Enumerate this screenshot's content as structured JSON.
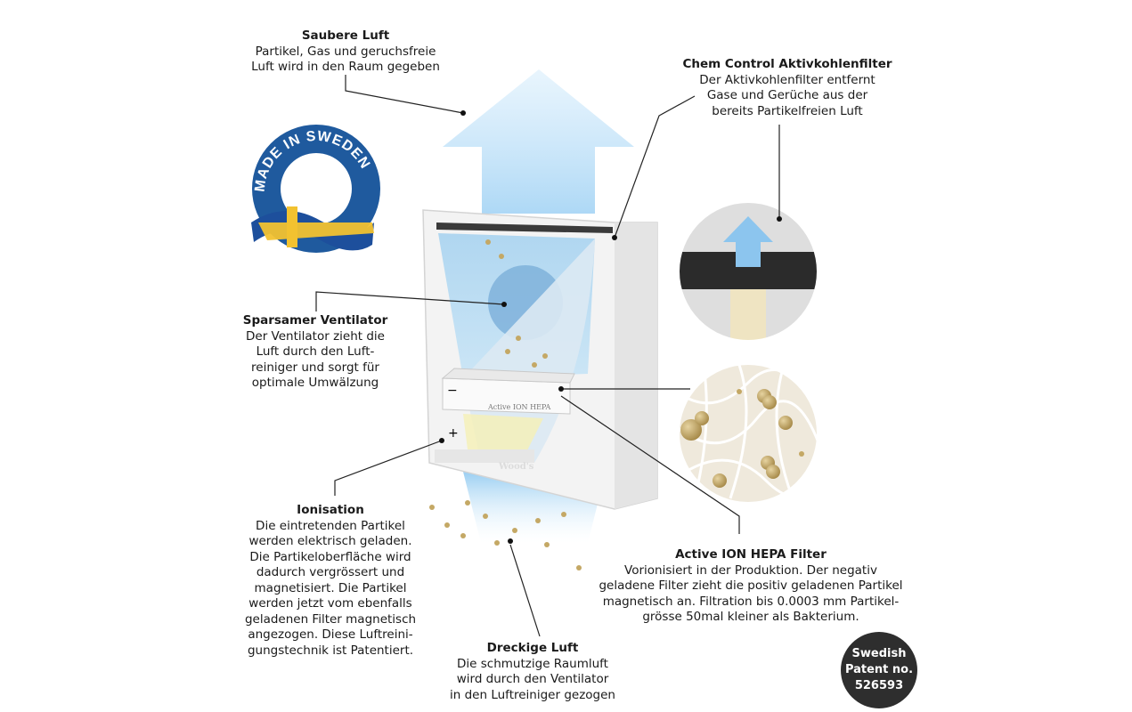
{
  "labels": {
    "saubere_luft": {
      "title": "Saubere Luft",
      "desc": "Partikel, Gas und geruchsfreie\nLuft wird in den Raum gegeben"
    },
    "chem_control": {
      "title": "Chem Control Aktivkohlenfilter",
      "desc": "Der Aktivkohlenfilter entfernt\nGase und Gerüche aus der\nbereits Partikelfreien Luft"
    },
    "ventilator": {
      "title": "Sparsamer Ventilator",
      "desc": "Der Ventilator zieht die\nLuft durch den Luft-\nreiniger und sorgt für\noptimale Umwälzung"
    },
    "ionisation": {
      "title": "Ionisation",
      "desc": "Die eintretenden Partikel\nwerden elektrisch geladen.\nDie Partikeloberfläche wird\ndadurch vergrössert und\nmagnetisiert. Die Partikel\nwerden jetzt vom ebenfalls\ngeladenen Filter magnetisch\nangezogen. Diese Luftreini-\ngungstechnik ist Patentiert."
    },
    "hepa": {
      "title": "Active ION HEPA Filter",
      "desc": "Vorionisiert in der Produktion. Der negativ\ngeladene Filter zieht die positiv geladenen Partikel\nmagnetisch an. Filtration bis 0.0003 mm Partikel-\ngrösse 50mal kleiner als Bakterium."
    },
    "dreckige_luft": {
      "title": "Dreckige Luft",
      "desc": "Die schmutzige Raumluft\nwird durch den Ventilator\nin den Luftreiniger gezogen"
    }
  },
  "badge": {
    "text": "MADE IN SWEDEN"
  },
  "patent": {
    "text": "Swedish\nPatent no.\n526593"
  },
  "device": {
    "filter_label": "Active ION HEPA",
    "brand": "Wood's",
    "minus": "−",
    "plus": "+"
  },
  "colors": {
    "badge_blue": "#1f5a9e",
    "flag_blue": "#1d4f9c",
    "flag_yellow": "#f2c230",
    "air_blue": "#9fd0f2",
    "particle": "#c4a865"
  }
}
